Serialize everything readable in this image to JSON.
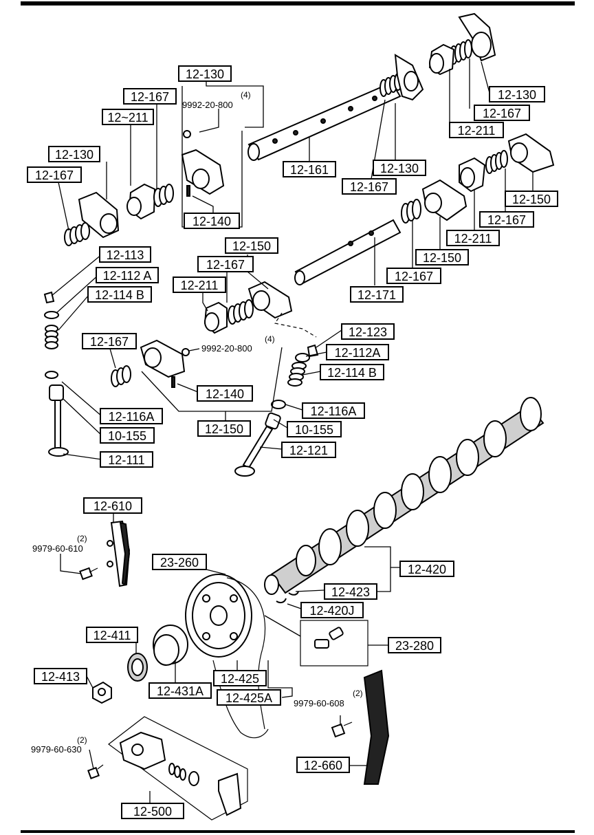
{
  "labels": {
    "l_12_130_top": "12-130",
    "l_12_167_a": "12-167",
    "l_12_211_a": "12~211",
    "l_12_130_b": "12-130",
    "l_12_167_b": "12-167",
    "l_12_140_a": "12-140",
    "l_12_113": "12-113",
    "l_12_112A_a": "12-112 A",
    "l_12_114B_a": "12-114 B",
    "l_12_150_a": "12-150",
    "l_12_167_c": "12-167",
    "l_12_211_c": "12-211",
    "l_12_167_d": "12-167",
    "l_12_140_b": "12-140",
    "l_12_150_b": "12-150",
    "l_12_116A_a": "12-116A",
    "l_10_155_a": "10-155",
    "l_12_111": "12-111",
    "l_12_130_r1": "12-130",
    "l_12_167_r1": "12-167",
    "l_12_211_r1": "12-211",
    "l_12_161": "12-161",
    "l_12_130_r2": "12-130",
    "l_12_167_r2": "12-167",
    "l_12_150_r": "12-150",
    "l_12_167_r3": "12-167",
    "l_12_211_r3": "12-211",
    "l_12_150_r4": "12-150",
    "l_12_167_r4": "12-167",
    "l_12_171": "12-171",
    "l_12_123": "12-123",
    "l_12_112A_b": "12-112A",
    "l_12_114B_b": "12-114 B",
    "l_12_116A_b": "12-116A",
    "l_10_155_b": "10-155",
    "l_12_121": "12-121",
    "l_12_610": "12-610",
    "l_23_260": "23-260",
    "l_12_420": "12-420",
    "l_12_423": "12-423",
    "l_12_420J": "12-420J",
    "l_23_280": "23-280",
    "l_12_411": "12-411",
    "l_12_413": "12-413",
    "l_12_431A": "12-431A",
    "l_12_425": "12-425",
    "l_12_425A": "12-425A",
    "l_12_660": "12-660",
    "l_12_500": "12-500"
  },
  "part_numbers": {
    "pn_9992_a": "9992-20-800",
    "qty_9992_a": "(4)",
    "pn_9992_b": "9992-20-800",
    "qty_9992_b": "(4)",
    "pn_9979_610": "9979-60-610",
    "qty_9979_610": "(2)",
    "pn_9979_608": "9979-60-608",
    "qty_9979_608": "(2)",
    "pn_9979_630": "9979-60-630",
    "qty_9979_630": "(2)"
  }
}
